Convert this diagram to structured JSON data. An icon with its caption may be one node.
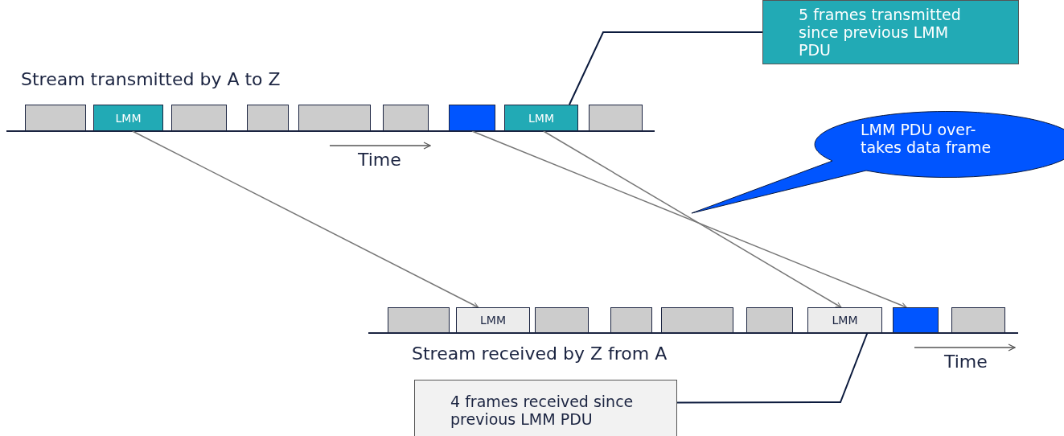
{
  "diagram": {
    "nodes": [
      {
        "text": [
          "5 frames transmitted since previous LMM PDU"
        ]
      },
      {
        "text": [],
        "shape": "box"
      },
      {
        "text": [
          "LMM"
        ]
      },
      {
        "text": [],
        "shape": "box"
      },
      {
        "text": [],
        "shape": "box"
      },
      {
        "text": [],
        "shape": "box"
      },
      {
        "text": [],
        "shape": "box"
      },
      {
        "text": [],
        "shape": "box"
      },
      {
        "text": [
          "LMM"
        ]
      },
      {
        "text": [],
        "shape": "box"
      },
      {
        "text": [
          "LMM PDU over-takes data frame"
        ]
      },
      {
        "text": [],
        "shape": "box"
      },
      {
        "text": [
          "LMM"
        ]
      },
      {
        "text": [],
        "shape": "box"
      },
      {
        "text": [],
        "shape": "box"
      },
      {
        "text": [],
        "shape": "box"
      },
      {
        "text": [],
        "shape": "box"
      },
      {
        "text": [
          "LMM"
        ]
      },
      {
        "text": [],
        "shape": "box"
      },
      {
        "text": [],
        "shape": "box"
      },
      {
        "text": [
          "4 frames received since previous LMM PDU"
        ]
      }
    ],
    "edges": [
      {
        "from": 0,
        "to": 8,
        "arrow": "none",
        "color": "#0b1a3d"
      },
      {
        "from": 2,
        "to": 12,
        "arrow": "to"
      },
      {
        "from": 7,
        "to": 18,
        "arrow": "to"
      },
      {
        "from": 8,
        "to": 17,
        "arrow": "to"
      },
      {
        "from": 20,
        "to": 17,
        "arrow": "none",
        "color": "#0b1a3d"
      }
    ],
    "labels": [
      "Stream transmitted by A to Z",
      "Time",
      "Stream received by Z from A",
      "Time"
    ]
  }
}
